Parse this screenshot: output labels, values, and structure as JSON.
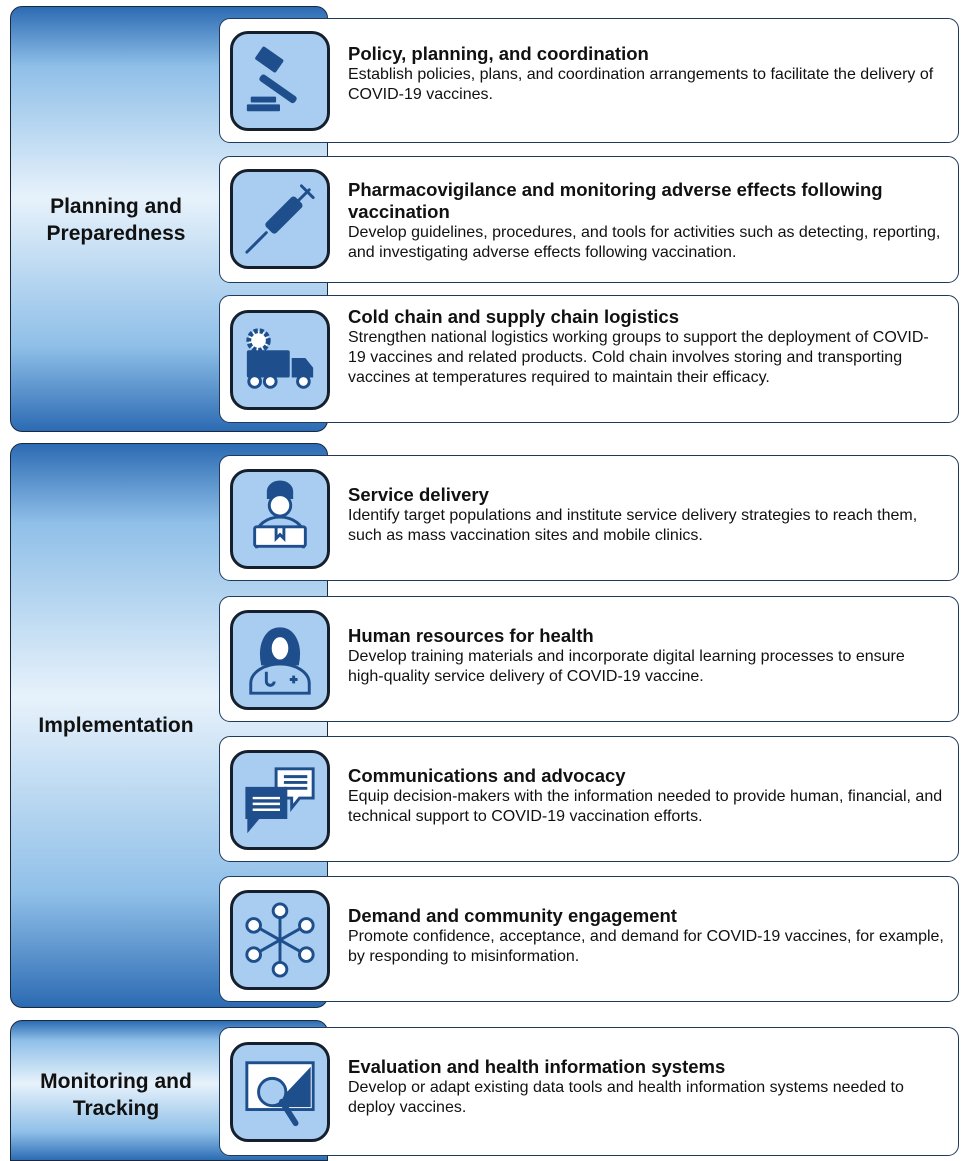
{
  "phases": [
    {
      "label": "Planning and\nPreparedness"
    },
    {
      "label": "Implementation"
    },
    {
      "label": "Monitoring and\nTracking"
    }
  ],
  "items": [
    {
      "icon": "gavel-icon",
      "title": "Policy, planning, and coordination",
      "description": "Establish policies, plans, and coordination arrangements to facilitate the delivery of COVID-19 vaccines."
    },
    {
      "icon": "syringe-icon",
      "title": "Pharmacovigilance and monitoring adverse effects following vaccination",
      "description": "Develop guidelines, procedures, and tools for activities such as detecting, reporting, and investigating adverse effects following vaccination."
    },
    {
      "icon": "delivery-truck-icon",
      "title": "Cold chain and supply chain logistics",
      "description": "Strengthen national logistics working groups to support the deployment of COVID-19 vaccines and related products. Cold chain involves storing and transporting vaccines at temperatures required to maintain their efficacy."
    },
    {
      "icon": "delivery-worker-icon",
      "title": "Service delivery",
      "description": "Identify target populations and institute service delivery strategies to reach them, such as mass vaccination sites and mobile clinics."
    },
    {
      "icon": "health-worker-icon",
      "title": "Human resources for health",
      "description": "Develop training materials and incorporate digital learning processes to ensure high-quality service delivery of COVID-19 vaccine."
    },
    {
      "icon": "speech-bubbles-icon",
      "title": "Communications and advocacy",
      "description": "Equip decision-makers with the information needed to provide human, financial, and technical support to COVID-19 vaccination efforts."
    },
    {
      "icon": "network-icon",
      "title": "Demand and community engagement",
      "description": "Promote confidence, acceptance, and demand for COVID-19 vaccines, for example, by responding to misinformation."
    },
    {
      "icon": "analytics-magnifier-icon",
      "title": "Evaluation and health information systems",
      "description": "Develop or adapt existing data tools and health information systems needed to deploy vaccines."
    }
  ],
  "colors": {
    "icon_fill": "#a8cdf1",
    "icon_ink": "#1e4e8c",
    "phase_dark": "#2c6bb3",
    "phase_light": "#e7f2fb"
  }
}
